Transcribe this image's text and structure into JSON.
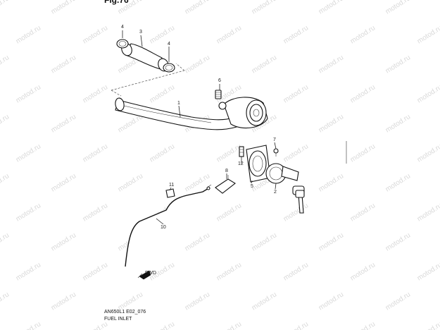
{
  "figure_id": "Fig.76",
  "caption": {
    "model_code": "AN650L1 E02_076",
    "title": "FUEL INLET"
  },
  "watermark": "motod.ru",
  "callouts": [
    "1",
    "2",
    "3",
    "4",
    "4",
    "5",
    "6",
    "7",
    "8",
    "10",
    "11",
    "12"
  ],
  "front_marker": "FWD"
}
